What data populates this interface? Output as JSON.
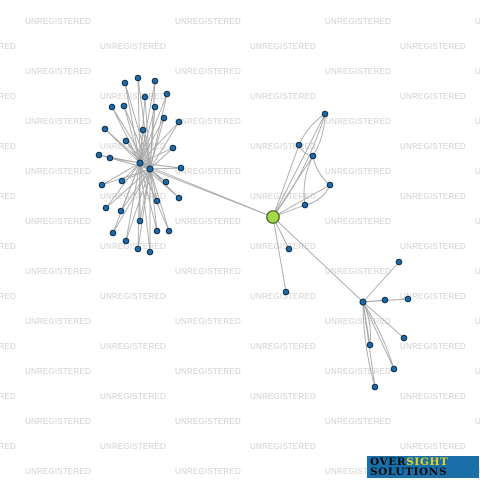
{
  "watermark": {
    "text": "UNREGISTERED"
  },
  "network": {
    "center_color": "#a6d84a",
    "node_color": "#1e6aa8",
    "edge_color": "#a8a8a8"
  },
  "logo": {
    "line1_part1": "OVER",
    "line1_part2": "SIGHT",
    "line2": "SOLUTIONS",
    "background": "#1b6fa8",
    "accent": "#e8d21c"
  }
}
